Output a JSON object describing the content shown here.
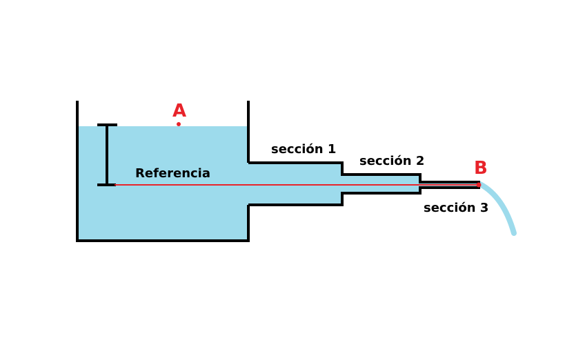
{
  "diagram": {
    "labels": {
      "point_a": "A",
      "point_b": "B",
      "reference": "Referencia",
      "section_1": "sección 1",
      "section_2": "sección 2",
      "section_3": "sección 3"
    },
    "colors": {
      "water": "#9ddbec",
      "walls": "#000000",
      "reference_line": "#e8232a",
      "point_markers": "#e8232a",
      "jet": "#9ddbec",
      "background": "#ffffff"
    }
  }
}
